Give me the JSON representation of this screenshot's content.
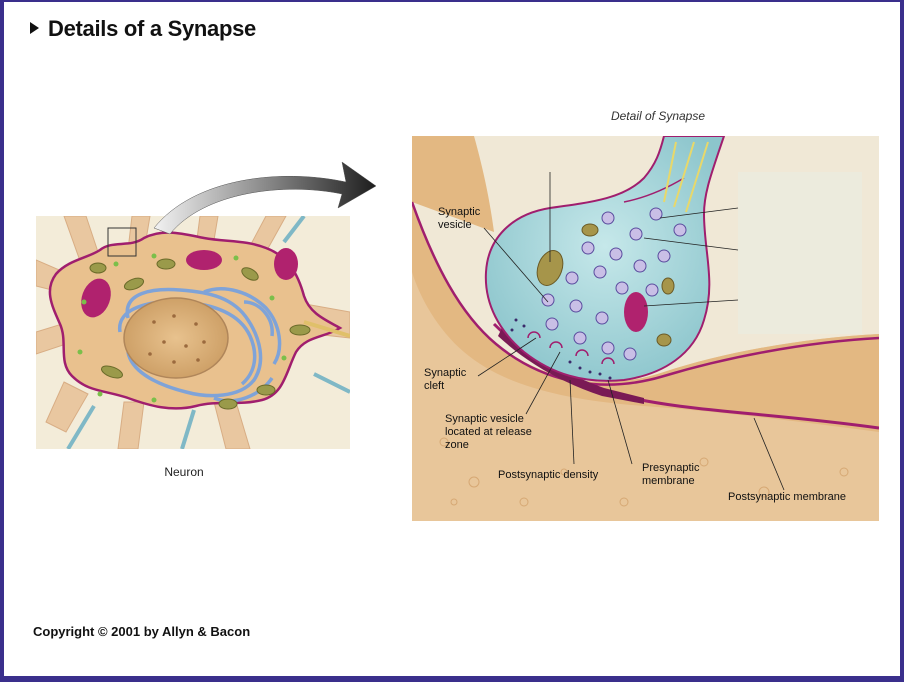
{
  "slide": {
    "title": "Details of a Synapse",
    "copyright": "Copyright © 2001 by Allyn & Bacon"
  },
  "neuron_panel": {
    "label": "Neuron"
  },
  "synapse_panel": {
    "title": "Detail of Synapse",
    "labels": {
      "synaptic_vesicle": [
        "Synaptic",
        "vesicle"
      ],
      "synaptic_cleft": [
        "Synaptic",
        "cleft"
      ],
      "vesicle_release": [
        "Synaptic vesicle",
        "located at release",
        "zone"
      ],
      "postsynaptic_density": "Postsynaptic density",
      "presynaptic_membrane": [
        "Presynaptic",
        "membrane"
      ],
      "postsynaptic_membrane": "Postsynaptic membrane"
    }
  },
  "colors": {
    "frame": "#3a2f8c",
    "cytoplasm": "#ecc896",
    "membrane": "#a01e6e",
    "terminal": "#9fd1d6",
    "nucleus": "#d9b07a",
    "er": "#7fa3d8",
    "vesicle": "#c9bfe6"
  }
}
